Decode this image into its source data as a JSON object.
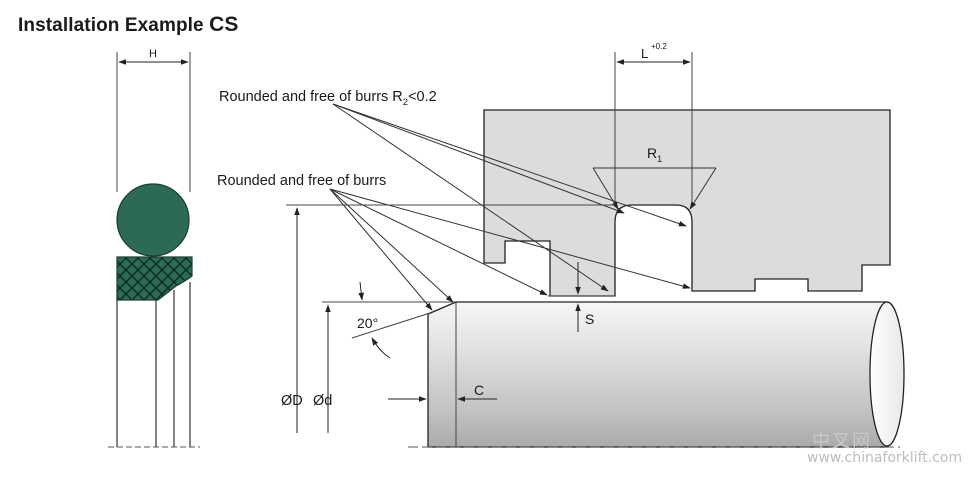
{
  "title": {
    "main": "Installation Example",
    "suffix": "CS"
  },
  "labels": {
    "h": "H",
    "l": "L",
    "l_tol": "+0.2",
    "callout_r2": "Rounded and free of burrs R",
    "callout_r2_sub": "2",
    "callout_r2_tail": "<0.2",
    "callout_plain": "Rounded and free of burrs",
    "r1": "R",
    "r1_sub": "1",
    "angle": "20°",
    "s": "S",
    "c": "C",
    "dia_D": "ØD",
    "dia_d": "Ød"
  },
  "watermark": {
    "cn": "中叉网",
    "url": "www.chinaforklift.com"
  },
  "colors": {
    "oring": "#2c6a55",
    "oring_stroke": "#1b3e32",
    "housing": "#dcdcdc",
    "line": "#222222",
    "watermark": "#c4c4c4"
  }
}
